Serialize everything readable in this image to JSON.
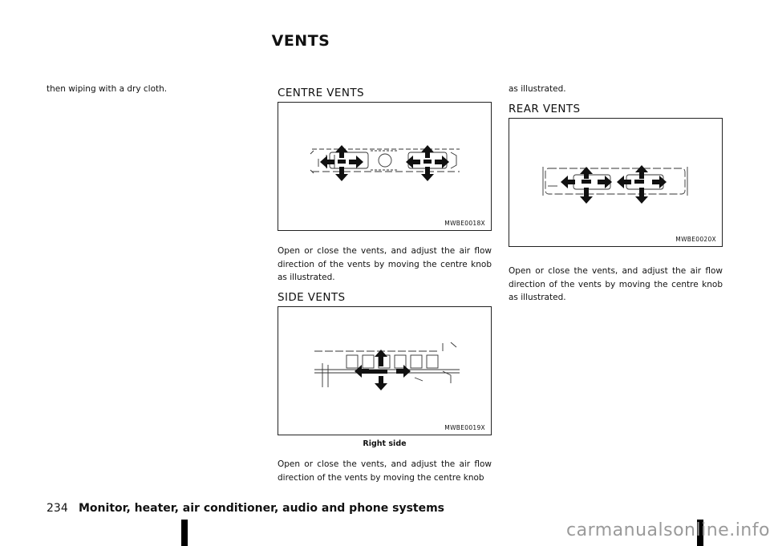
{
  "page_title": "VENTS",
  "col1": {
    "continuation_text": "then wiping with a dry cloth."
  },
  "centre_vents": {
    "heading": "CENTRE VENTS",
    "figure_code": "MWBE0018X",
    "body": "Open or close the vents, and adjust the air flow direction of the vents by moving the centre knob as illustrated."
  },
  "side_vents": {
    "heading": "SIDE VENTS",
    "figure_code": "MWBE0019X",
    "caption": "Right side",
    "body": "Open or close the vents, and adjust the air flow direction of the vents by moving the centre knob"
  },
  "col3": {
    "continuation_text": "as illustrated."
  },
  "rear_vents": {
    "heading": "REAR VENTS",
    "figure_code": "MWBE0020X",
    "body": "Open or close the vents, and adjust the air flow direction of the vents by moving the centre knob as illustrated."
  },
  "footer": {
    "page_number": "234",
    "section_title": "Monitor, heater, air conditioner, audio and phone systems"
  },
  "watermark": "carmanualsonline.info"
}
